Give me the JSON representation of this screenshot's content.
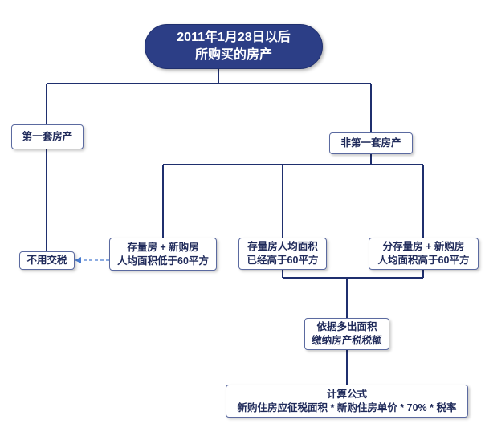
{
  "root": {
    "line1": "2011年1月28日以后",
    "line2": "所购买的房产"
  },
  "first_home": {
    "label": "第一套房产"
  },
  "not_first_home": {
    "label": "非第一套房产"
  },
  "no_tax": {
    "label": "不用交税"
  },
  "case_a": {
    "line1": "存量房 + 新购房",
    "line2": "人均面积低于60平方"
  },
  "case_b": {
    "line1": "存量房人均面积",
    "line2": "已经高于60平方"
  },
  "case_c": {
    "line1": "分存量房 + 新购房",
    "line2": "人均面积高于60平方"
  },
  "tax_basis": {
    "line1": "依据多出面积",
    "line2": "缴纳房产税税额"
  },
  "formula": {
    "title": "计算公式",
    "text": "新购住房应征税面积 * 新购住房单价 * 70% * 税率"
  },
  "colors": {
    "connector": "#1f2f6e",
    "dashed_arrow": "#4a7cd0",
    "root_fill": "#2c3e86"
  }
}
